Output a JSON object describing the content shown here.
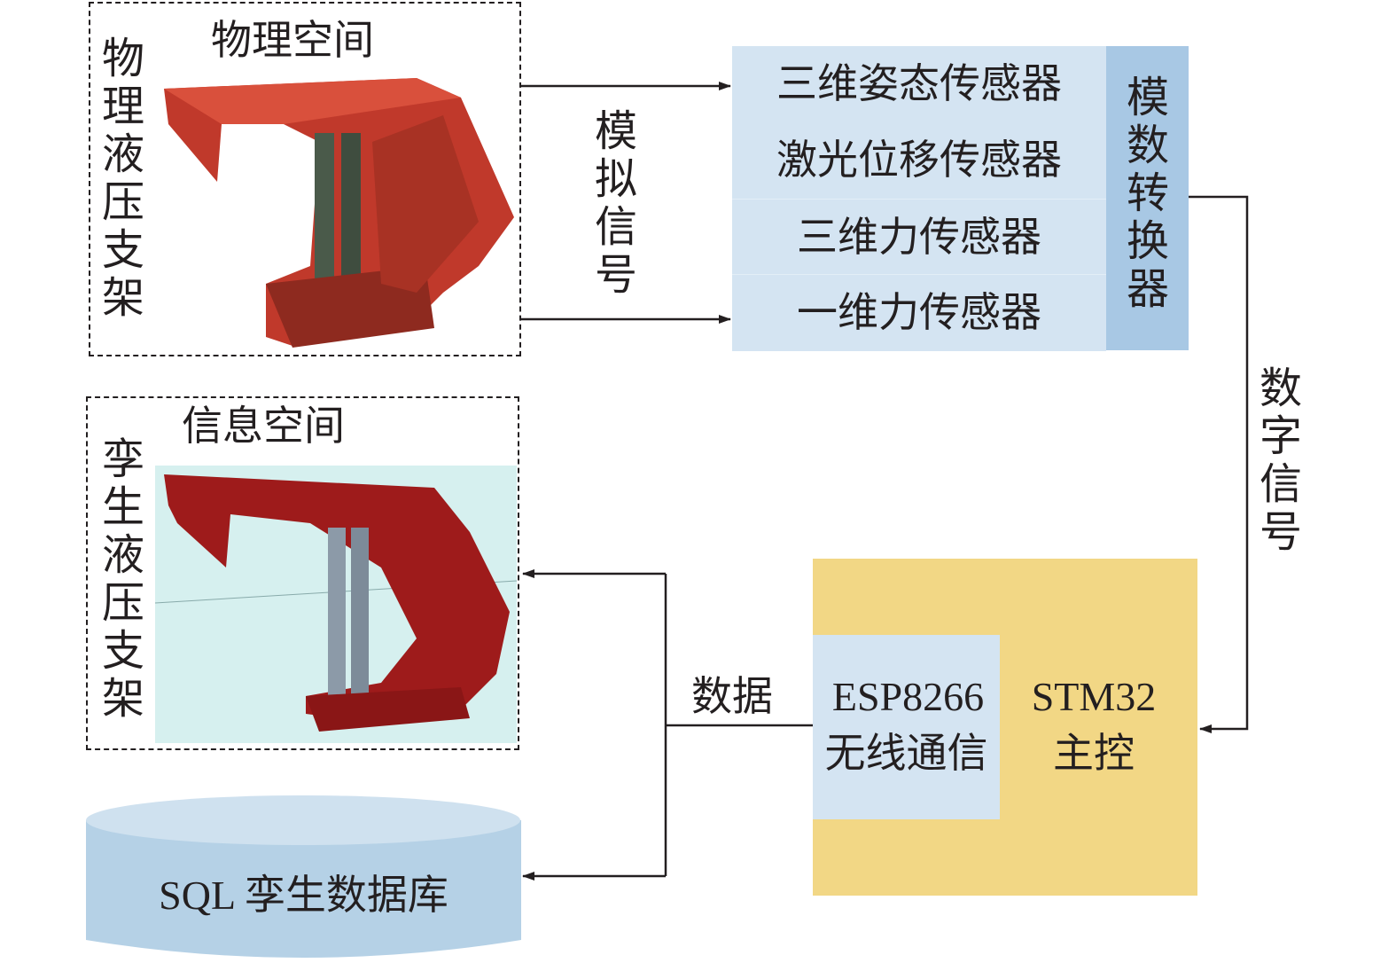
{
  "physical_space": {
    "title": "物理空间",
    "side_label": "物理液压支架"
  },
  "info_space": {
    "title": "信息空间",
    "side_label": "孪生液压支架"
  },
  "signals": {
    "analog": "模拟信号",
    "digital": "数字信号",
    "data": "数据"
  },
  "sensors": [
    "三维姿态传感器",
    "激光位移传感器",
    "三维力传感器",
    "一维力传感器"
  ],
  "converter": "模数转换器",
  "comm_module": {
    "line1": "ESP8266",
    "line2": "无线通信"
  },
  "controller": {
    "line1": "STM32",
    "line2": "主控"
  },
  "database": "SQL 孪生数据库",
  "colors": {
    "sensor_bg": "#d4e4f2",
    "converter_bg": "#a8c8e4",
    "controller_bg": "#f2d785",
    "db_body": "#b5d1e6",
    "db_top": "#cfe1ef",
    "support_red": "#c0392b",
    "twin_red": "#9e1b1b"
  }
}
